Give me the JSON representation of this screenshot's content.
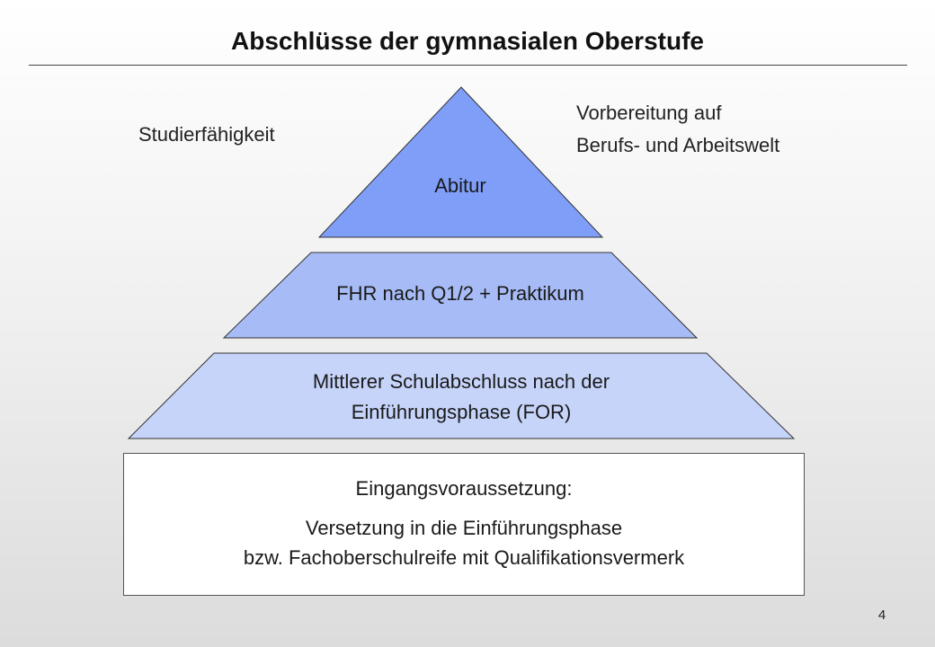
{
  "title": "Abschlüsse der gymnasialen Oberstufe",
  "left_note": "Studierfähigkeit",
  "right_note": {
    "line1": "Vorbereitung auf",
    "line2": "Berufs- und Arbeitswelt"
  },
  "pyramid": {
    "top": {
      "label": "Abitur",
      "color": "#7f9ef8"
    },
    "middle": {
      "label": "FHR nach Q1/2 + Praktikum",
      "color": "#a7bcf6"
    },
    "lower": {
      "line1": "Mittlerer Schulabschluss nach der",
      "line2": "Einführungsphase  (FOR)",
      "color": "#c6d4fa"
    }
  },
  "base": {
    "heading": "Eingangsvoraussetzung:",
    "line1": "Versetzung in die Einführungsphase",
    "line2": "bzw. Fachoberschulreife mit Qualifikationsvermerk"
  },
  "page_number": "4"
}
